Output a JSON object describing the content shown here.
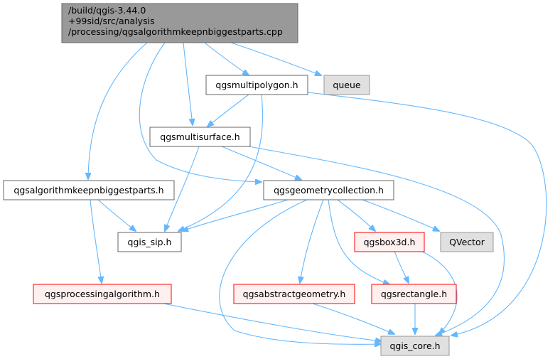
{
  "colors": {
    "edge": "#63b8ff",
    "root_fill": "#999999",
    "root_stroke": "#666666",
    "default_fill": "#ffffff",
    "default_stroke": "#666666",
    "system_fill": "#e0e0e0",
    "system_stroke": "#999999",
    "incomplete_fill": "#fff0f0",
    "incomplete_stroke": "#ff0000",
    "text": "#000000"
  },
  "nodes": {
    "root": {
      "lines": [
        "/build/qgis-3.44.0",
        "+99sid/src/analysis",
        "/processing/qgsalgorithmkeepnbiggestparts.cpp"
      ],
      "style": "root"
    },
    "multipolygon": {
      "label": "qgsmultipolygon.h",
      "style": "default"
    },
    "queue": {
      "label": "queue",
      "style": "system"
    },
    "multisurface": {
      "label": "qgsmultisurface.h",
      "style": "default"
    },
    "keepnbiggest_h": {
      "label": "qgsalgorithmkeepnbiggestparts.h",
      "style": "default"
    },
    "geometrycollection": {
      "label": "qgsgeometrycollection.h",
      "style": "default"
    },
    "qgis_sip": {
      "label": "qgis_sip.h",
      "style": "default"
    },
    "box3d": {
      "label": "qgsbox3d.h",
      "style": "incomplete"
    },
    "qvector": {
      "label": "QVector",
      "style": "system"
    },
    "processingalgorithm": {
      "label": "qgsprocessingalgorithm.h",
      "style": "incomplete"
    },
    "abstractgeometry": {
      "label": "qgsabstractgeometry.h",
      "style": "incomplete"
    },
    "rectangle": {
      "label": "qgsrectangle.h",
      "style": "incomplete"
    },
    "qgis_core": {
      "label": "qgis_core.h",
      "style": "system"
    }
  },
  "edges": [
    [
      "root",
      "multipolygon"
    ],
    [
      "root",
      "queue"
    ],
    [
      "root",
      "multisurface"
    ],
    [
      "root",
      "keepnbiggest_h"
    ],
    [
      "root",
      "geometrycollection"
    ],
    [
      "multipolygon",
      "multisurface"
    ],
    [
      "multipolygon",
      "qgis_sip"
    ],
    [
      "multipolygon",
      "qgis_core"
    ],
    [
      "multisurface",
      "geometrycollection"
    ],
    [
      "multisurface",
      "qgis_sip"
    ],
    [
      "multisurface",
      "qgis_core"
    ],
    [
      "keepnbiggest_h",
      "qgis_sip"
    ],
    [
      "keepnbiggest_h",
      "processingalgorithm"
    ],
    [
      "geometrycollection",
      "qgis_sip"
    ],
    [
      "geometrycollection",
      "box3d"
    ],
    [
      "geometrycollection",
      "qvector"
    ],
    [
      "geometrycollection",
      "abstractgeometry"
    ],
    [
      "geometrycollection",
      "rectangle"
    ],
    [
      "geometrycollection",
      "qgis_core"
    ],
    [
      "box3d",
      "rectangle"
    ],
    [
      "box3d",
      "qgis_core"
    ],
    [
      "processingalgorithm",
      "qgis_core"
    ],
    [
      "abstractgeometry",
      "qgis_core"
    ],
    [
      "rectangle",
      "qgis_core"
    ]
  ]
}
